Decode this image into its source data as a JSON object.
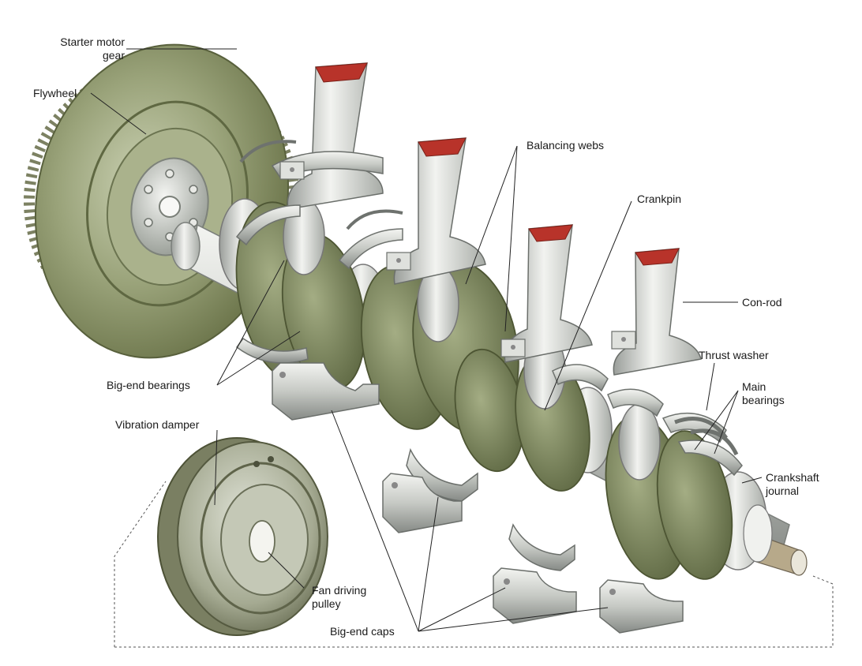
{
  "labels": {
    "starter_motor_gear": [
      "Starter motor",
      "gear"
    ],
    "flywheel": "Flywheel",
    "balancing_webs": "Balancing webs",
    "crankpin": "Crankpin",
    "con_rod": "Con-rod",
    "thrust_washer": "Thrust washer",
    "main_bearings": [
      "Main",
      "bearings"
    ],
    "crankshaft_journal": [
      "Crankshaft",
      "journal"
    ],
    "big_end_bearings": "Big-end bearings",
    "vibration_damper": "Vibration damper",
    "fan_driving_pulley": [
      "Fan driving",
      "pulley"
    ],
    "big_end_caps": "Big-end caps"
  },
  "colors": {
    "metal_green": "#8e9a6c",
    "metal_dark_green": "#5f6a42",
    "steel": "#c9ccc8",
    "steel_light": "#eceeea",
    "steel_dark": "#8c9090",
    "rod_top_red": "#b8332a",
    "leader_line": "#222222"
  }
}
